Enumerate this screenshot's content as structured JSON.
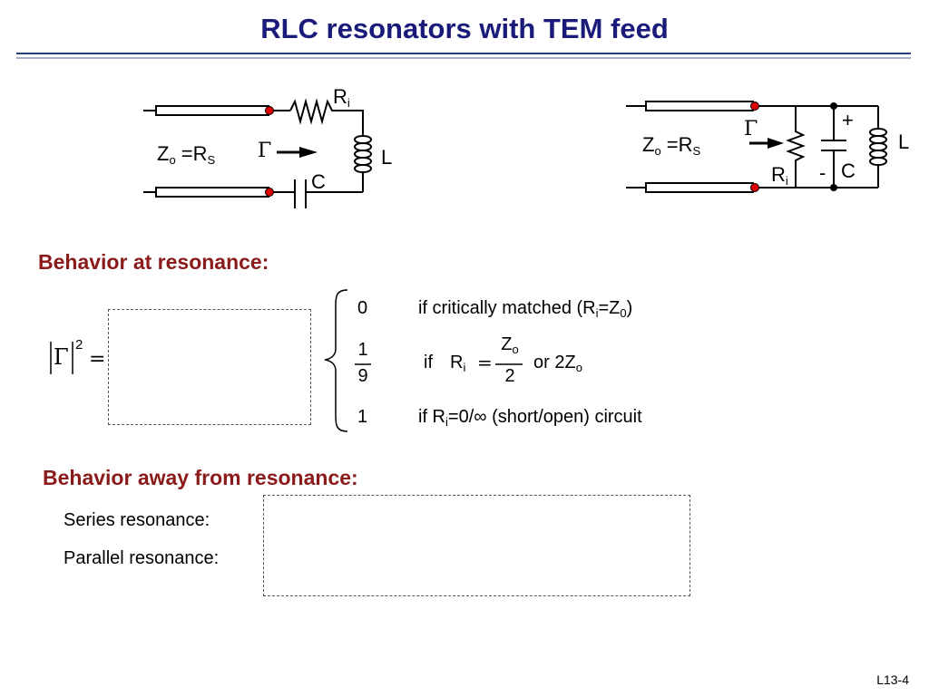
{
  "title": "RLC resonators with TEM feed",
  "circuits": {
    "series": {
      "zo": "Z",
      "zo_sub": "o",
      "eq": " =R",
      "rs_sub": "S",
      "gamma": "Γ",
      "ri": "R",
      "ri_sub": "i",
      "l": "L",
      "c": "C"
    },
    "parallel": {
      "zo": "Z",
      "zo_sub": "o",
      "eq": " =R",
      "rs_sub": "S",
      "gamma": "Γ",
      "ri": "R",
      "ri_sub": "i",
      "l": "L",
      "c": "C",
      "plus": "+",
      "minus": "-"
    }
  },
  "resonance": {
    "heading": "Behavior at resonance:",
    "lhs_gamma": "Γ",
    "lhs_exp": "2",
    "lhs_eq": "=",
    "cases": [
      {
        "value": "0",
        "cond_pre": "if critically matched (R",
        "cond_sub1": "i",
        "cond_mid": "=Z",
        "cond_sub2": "0",
        "cond_post": ")"
      },
      {
        "num": "1",
        "den": "9",
        "cond_if": "if",
        "cond_r": "R",
        "cond_rsub": "i",
        "cond_eq": "=",
        "frac_num": "Z",
        "frac_num_sub": "o",
        "frac_den": "2",
        "cond_post": "or 2Z",
        "cond_post_sub": "o"
      },
      {
        "value": "1",
        "cond_pre": "if R",
        "cond_sub1": "i",
        "cond_post": "=0/∞ (short/open) circuit"
      }
    ]
  },
  "away": {
    "heading": "Behavior away from resonance:",
    "series_label": "Series resonance:",
    "parallel_label": "Parallel resonance:"
  },
  "footer": "L13-4"
}
